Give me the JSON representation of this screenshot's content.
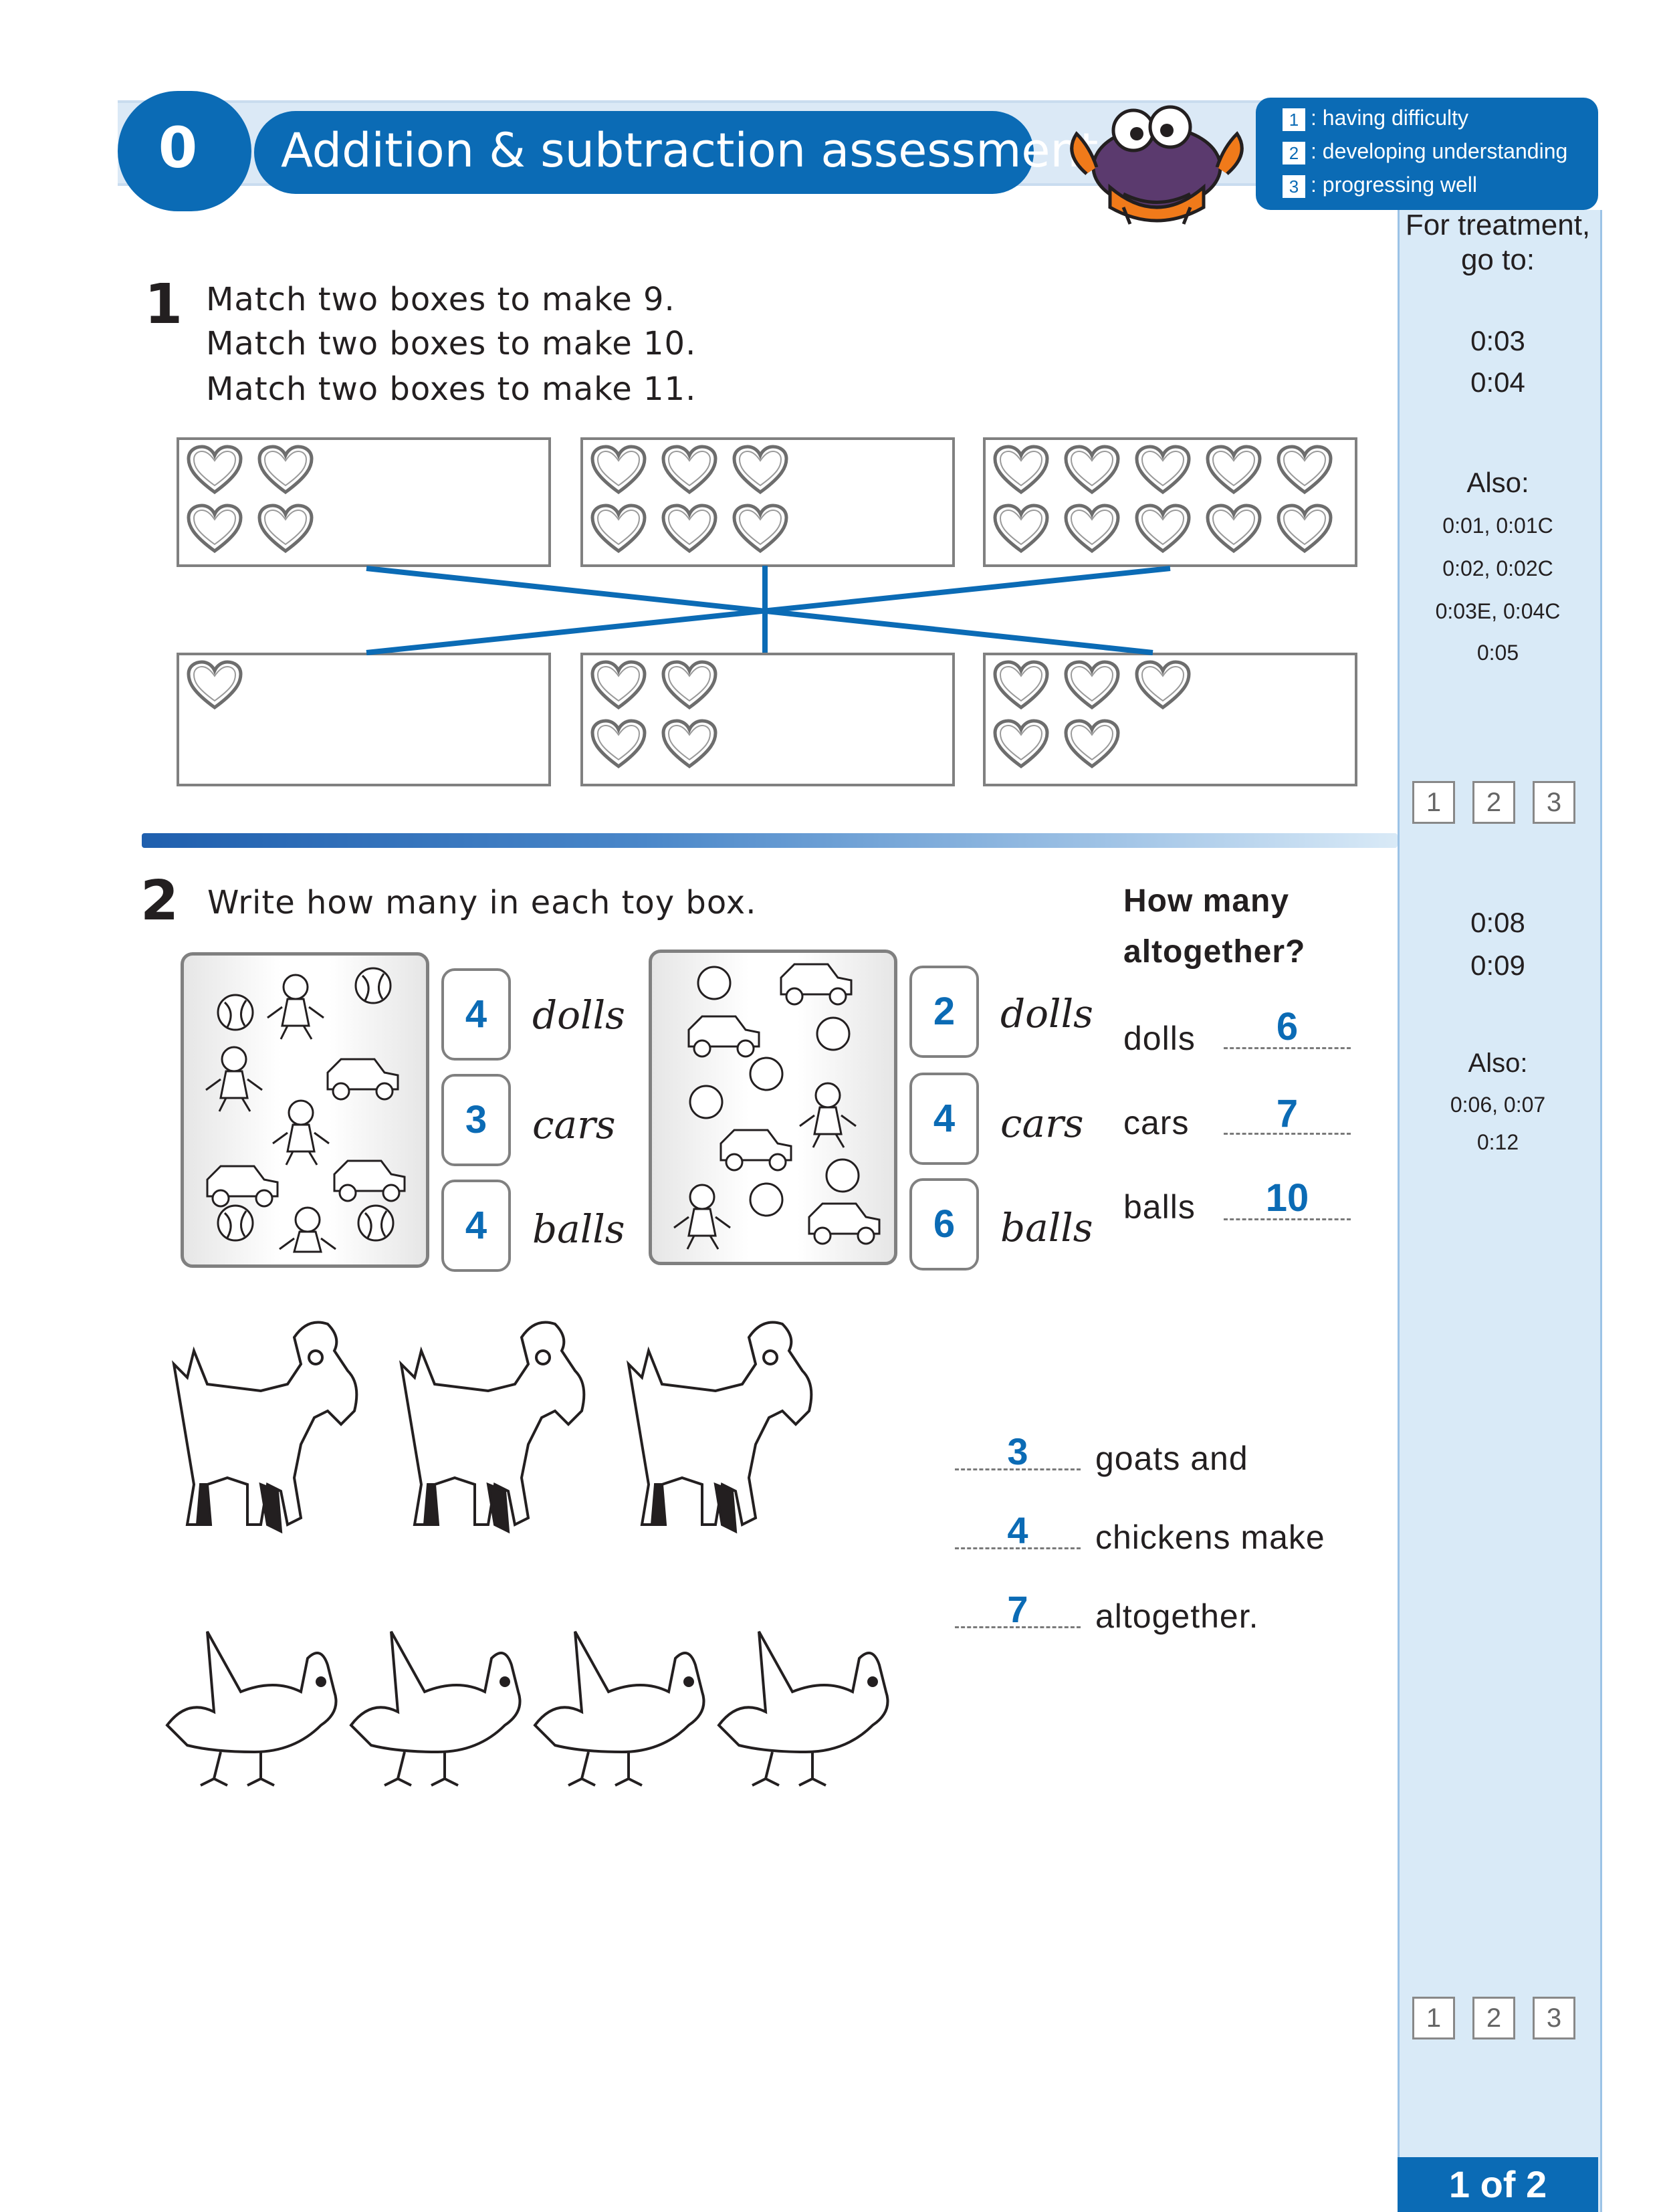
{
  "header": {
    "unit_number": "0",
    "title": "Addition & subtraction assessment",
    "legend": [
      {
        "n": "1",
        "label": ": having difficulty"
      },
      {
        "n": "2",
        "label": ": developing understanding"
      },
      {
        "n": "3",
        "label": ": progressing well"
      }
    ]
  },
  "sidebar": {
    "treatment_line1": "For treatment,",
    "treatment_line2": "go to:",
    "q1_refs": [
      "0:03",
      "0:04"
    ],
    "q1_also_label": "Also:",
    "q1_also": [
      "0:01, 0:01C",
      "0:02, 0:02C",
      "0:03E, 0:04C",
      "0:05"
    ],
    "q2_refs": [
      "0:08",
      "0:09"
    ],
    "q2_also_label": "Also:",
    "q2_also": [
      "0:06, 0:07",
      "0:12"
    ],
    "assessment_levels": [
      "1",
      "2",
      "3"
    ],
    "page": "1 of 2"
  },
  "q1": {
    "number": "1",
    "lines": [
      "Match two boxes to make 9.",
      "Match two boxes to make 10.",
      "Match two boxes to make 11."
    ],
    "top_boxes_hearts": [
      4,
      6,
      10
    ],
    "bottom_boxes_hearts": [
      1,
      4,
      5
    ]
  },
  "q2": {
    "number": "2",
    "instruction": "Write how many in each toy box.",
    "box1": {
      "dolls": "4",
      "cars": "3",
      "balls": "4"
    },
    "box2": {
      "dolls": "2",
      "cars": "4",
      "balls": "6"
    },
    "labels": {
      "dolls": "dolls",
      "cars": "cars",
      "balls": "balls"
    },
    "altogether_line1": "How many",
    "altogether_line2": "altogether?",
    "totals": {
      "dolls": "6",
      "cars": "7",
      "balls": "10"
    },
    "sentence": {
      "goats": "3",
      "goats_text": "goats  and",
      "chickens": "4",
      "chickens_text": "chickens  make",
      "total": "7",
      "total_text": "altogether."
    }
  },
  "colors": {
    "brand_blue": "#0b6bb5",
    "side_panel": "#d9eaf7"
  }
}
